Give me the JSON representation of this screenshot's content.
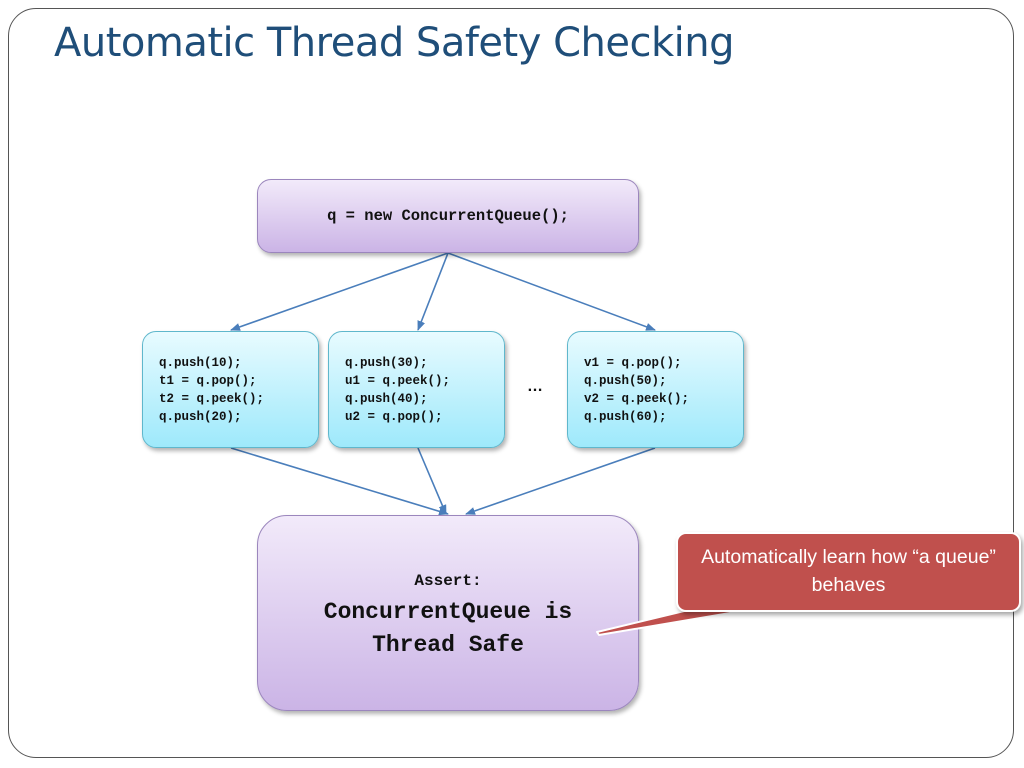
{
  "slide": {
    "title": "Automatic Thread Safety Checking"
  },
  "diagram": {
    "init": "q = new ConcurrentQueue();",
    "threads": [
      {
        "lines": [
          "q.push(10);",
          "t1 = q.pop();",
          "t2 = q.peek();",
          "q.push(20);"
        ]
      },
      {
        "lines": [
          "q.push(30);",
          "u1 = q.peek();",
          "q.push(40);",
          "u2 = q.pop();"
        ]
      },
      {
        "lines": [
          "v1 = q.pop();",
          "q.push(50);",
          "v2 = q.peek();",
          "q.push(60);"
        ]
      }
    ],
    "ellipsis": "…",
    "assert_label": "Assert:",
    "assert_line1": "ConcurrentQueue is",
    "assert_line2": "Thread Safe",
    "callout": "Automatically learn how “a queue” behaves",
    "colors": {
      "title": "#1f4e79",
      "arrow": "#4a7ebb",
      "purple_box": "#cbb4e6",
      "cyan_box": "#9ee9fb",
      "callout": "#c0504d"
    }
  }
}
